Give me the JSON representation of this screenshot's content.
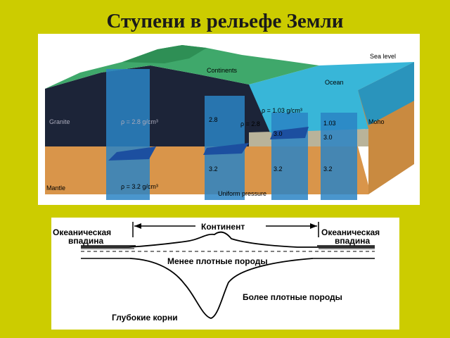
{
  "title": "Ступени в рельефе Земли",
  "block_diagram": {
    "labels": {
      "sea_level": "Sea level",
      "continents": "Continents",
      "ocean": "Ocean",
      "granite": "Granite",
      "granite_density": "ρ = 2.8 g/cm³",
      "water_density": "ρ = 1.03 g/cm³",
      "mid_density": "ρ = 2.8",
      "moho": "Moho",
      "mantle": "Mantle",
      "mantle_density": "ρ = 3.2 g/cm³",
      "uniform_pressure": "Uniform pressure"
    },
    "column_values": {
      "col2_top": "2.8",
      "col2_bottom": "3.2",
      "col3_top": "3.0",
      "col3_bottom": "3.2",
      "col4_top": "1.03",
      "col4_mid": "3.0",
      "col4_bottom": "3.2"
    },
    "colors": {
      "land": "#3fa86b",
      "crust": "#1c2438",
      "mantle": "#d9954a",
      "ocean": "#38b6d8",
      "column": "#2a84c4"
    }
  },
  "profile": {
    "left_label_line1": "Океаническая",
    "left_label_line2": "впадина",
    "center_label": "Континент",
    "right_label_line1": "Океаническая",
    "right_label_line2": "впадина",
    "less_dense": "Менее плотные породы",
    "more_dense": "Более плотные породы",
    "deep_roots": "Глубокие корни"
  }
}
